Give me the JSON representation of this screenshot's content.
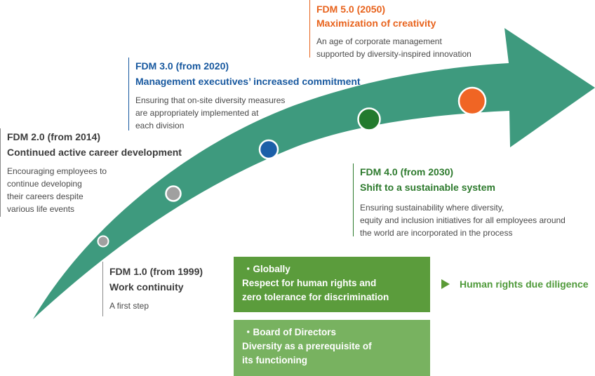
{
  "colors": {
    "arrow": "#3e9a7e",
    "fdm1": "#3c3c3c",
    "fdm2": "#3c3c3c",
    "fdm3": "#17589f",
    "fdm4": "#2d7a2d",
    "fdm5": "#e8631d",
    "dot_gray": "#a0a0a0",
    "dot_blue": "#1c5fa8",
    "dot_green": "#237a2d",
    "dot_orange": "#f06524",
    "box_dark": "#5b9c3c",
    "box_light": "#78b260"
  },
  "stages": [
    {
      "id": "fdm1",
      "label": "FDM 1.0 (from 1999)",
      "subtitle": "Work continuity",
      "desc": "A first step",
      "dot": "gray"
    },
    {
      "id": "fdm2",
      "label": "FDM 2.0 (from 2014)",
      "subtitle": "Continued active career development",
      "desc": [
        "Encouraging employees to",
        "continue developing",
        "their careers despite",
        "various life events"
      ],
      "dot": "gray"
    },
    {
      "id": "fdm3",
      "label": "FDM 3.0 (from 2020)",
      "subtitle": "Management executives’ increased commitment",
      "desc": [
        "Ensuring that on-site diversity measures",
        "are appropriately implemented at",
        "each division"
      ],
      "dot": "blue"
    },
    {
      "id": "fdm4",
      "label": "FDM 4.0 (from 2030)",
      "subtitle": "Shift to a sustainable system",
      "desc": [
        "Ensuring sustainability where diversity,",
        "equity and inclusion initiatives for all employees around",
        "the world are incorporated in the process"
      ],
      "dot": "green"
    },
    {
      "id": "fdm5",
      "label": "FDM 5.0 (2050)",
      "subtitle": "Maximization of creativity",
      "desc": [
        "An age of corporate management",
        "supported by diversity-inspired innovation"
      ],
      "dot": "orange"
    }
  ],
  "boxes": [
    {
      "heading": "・Globally",
      "lines": [
        "Respect for human rights and",
        "zero tolerance for discrimination"
      ]
    },
    {
      "heading": "・Board of Directors",
      "lines": [
        "Diversity as a prerequisite of",
        "its functioning"
      ]
    }
  ],
  "due_diligence": {
    "label": "Human rights due diligence"
  }
}
